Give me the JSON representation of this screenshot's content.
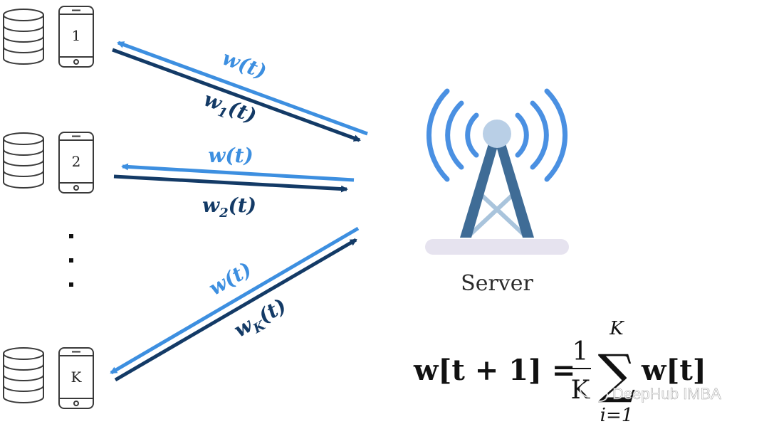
{
  "clients": [
    {
      "label": "1"
    },
    {
      "label": "2"
    },
    {
      "label": "K"
    }
  ],
  "ellipsis": "⋮",
  "arrows": [
    {
      "download_label": "w(t)",
      "upload_label": "w",
      "upload_sub": "1",
      "upload_tail": "(t)"
    },
    {
      "download_label": "w(t)",
      "upload_label": "w",
      "upload_sub": "2",
      "upload_tail": "(t)"
    },
    {
      "download_label": "w(t)",
      "upload_label": "w",
      "upload_sub": "K",
      "upload_tail": "(t)"
    }
  ],
  "server": {
    "label": "Server"
  },
  "formula": {
    "lhs": "w[t + 1] = ",
    "frac_num": "1",
    "frac_den": "K",
    "sum_top": "K",
    "sum_symbol": "∑",
    "sum_bottom": "i=1",
    "rhs": "w[t]"
  },
  "watermark": "DeepHub IMBA",
  "colors": {
    "light_blue": "#3d8fe0",
    "dark_blue": "#133a66",
    "tower_blue": "#3f6c96",
    "tower_light": "#a9c4dc",
    "signal_blue": "#4a90e2",
    "icon_stroke": "#3a3a3a",
    "base": "#e6e3ef"
  }
}
